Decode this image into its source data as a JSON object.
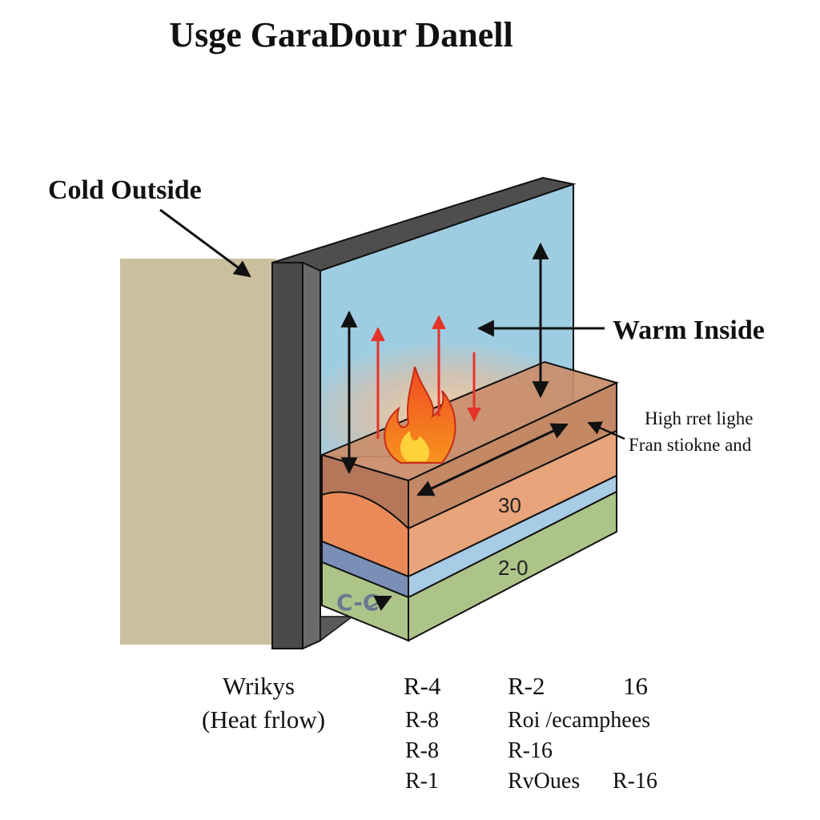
{
  "title": "Usge GaraDour Danell",
  "labels": {
    "cold_outside": "Cold Outside",
    "warm_inside": "Warm Inside",
    "callout_line1": "High rret lighe",
    "callout_line2": "Fran stiokne and"
  },
  "layer_numbers": {
    "upper": "30",
    "lower": "2-0",
    "symbol": "C-C"
  },
  "table": {
    "heading_line1": "Wrikys",
    "heading_line2": "(Heat frlow)",
    "col1": [
      "R-4",
      "R-8",
      "R-8",
      "R-1"
    ],
    "col2": [
      "R-2",
      "Roi /ecamphees",
      "R-16",
      "RvOues"
    ],
    "col3": [
      "16",
      "",
      "",
      "R-16"
    ]
  },
  "colors": {
    "outside_wall": "#cbbf9f",
    "wall_dark": "#4a4a4a",
    "wall_side": "#6a6a6a",
    "glass": "#9ecde2",
    "layer_top": "#b5765a",
    "layer_orange": "#ea8a58",
    "layer_peach": "#e8a47b",
    "layer_blue_side": "#7a8fb5",
    "layer_blue_front": "#a8cbe6",
    "layer_green": "#adc489",
    "heat_arrow": "#e63329",
    "flame_outer": "#f05a28",
    "flame_inner": "#ffd23a"
  }
}
